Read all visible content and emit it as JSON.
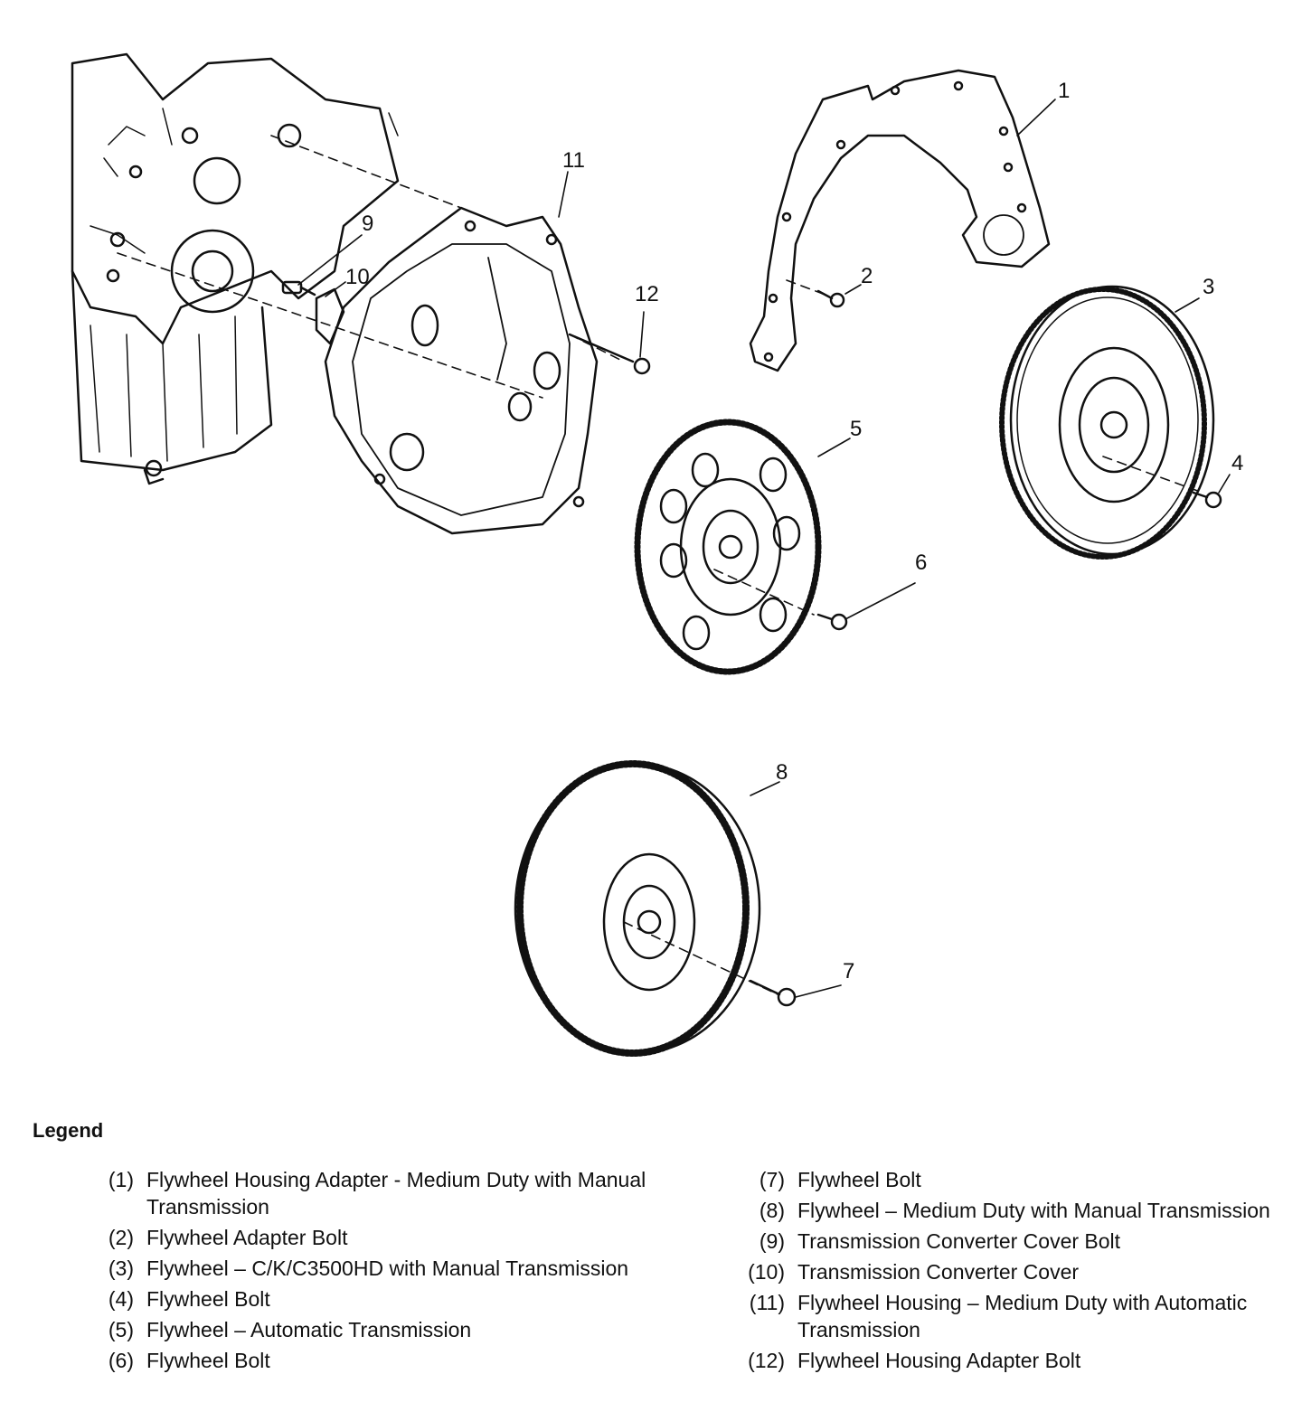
{
  "callouts": {
    "c1": "1",
    "c2": "2",
    "c3": "3",
    "c4": "4",
    "c5": "5",
    "c6": "6",
    "c7": "7",
    "c8": "8",
    "c9": "9",
    "c10": "10",
    "c11": "11",
    "c12": "12"
  },
  "legend": {
    "title": "Legend",
    "left": [
      {
        "num": "(1)",
        "text": "Flywheel Housing Adapter - Medium Duty with Manual Transmission"
      },
      {
        "num": "(2)",
        "text": "Flywheel Adapter Bolt"
      },
      {
        "num": "(3)",
        "text": "Flywheel – C/K/C3500HD with Manual Transmission"
      },
      {
        "num": "(4)",
        "text": "Flywheel Bolt"
      },
      {
        "num": "(5)",
        "text": "Flywheel – Automatic Transmission"
      },
      {
        "num": "(6)",
        "text": "Flywheel Bolt"
      }
    ],
    "right": [
      {
        "num": "(7)",
        "text": "Flywheel Bolt"
      },
      {
        "num": "(8)",
        "text": "Flywheel – Medium Duty with Manual Transmission"
      },
      {
        "num": "(9)",
        "text": "Transmission Converter Cover Bolt"
      },
      {
        "num": "(10)",
        "text": "Transmission Converter Cover"
      },
      {
        "num": "(11)",
        "text": "Flywheel Housing – Medium Duty with Automatic Transmission"
      },
      {
        "num": "(12)",
        "text": "Flywheel Housing Adapter Bolt"
      }
    ]
  }
}
